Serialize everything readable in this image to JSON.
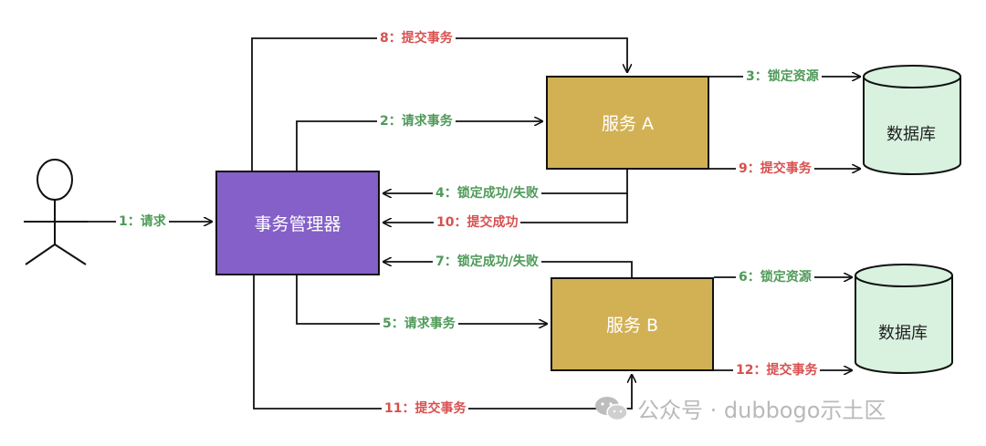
{
  "nodes": {
    "manager": "事务管理器",
    "service_a": "服务 A",
    "service_b": "服务 B",
    "database_a": "数据库",
    "database_b": "数据库"
  },
  "steps": [
    {
      "label": "1：请求",
      "color": "green"
    },
    {
      "label": "2：请求事务",
      "color": "green"
    },
    {
      "label": "3：锁定资源",
      "color": "green"
    },
    {
      "label": "4：锁定成功/失败",
      "color": "green"
    },
    {
      "label": "5：请求事务",
      "color": "green"
    },
    {
      "label": "6：锁定资源",
      "color": "green"
    },
    {
      "label": "7：锁定成功/失败",
      "color": "green"
    },
    {
      "label": "8：提交事务",
      "color": "red"
    },
    {
      "label": "9：提交事务",
      "color": "red"
    },
    {
      "label": "10：提交成功",
      "color": "red"
    },
    {
      "label": "11：提交事务",
      "color": "red"
    },
    {
      "label": "12：提交事务",
      "color": "red"
    }
  ],
  "watermark": {
    "text": "公众号 · dubbogo示土区",
    "icon": "wechat-icon"
  },
  "colors": {
    "manager": "#8460c8",
    "service": "#d2b155",
    "database": "#d9f2df",
    "green_label": "#4e9a58",
    "red_label": "#d8504f"
  }
}
